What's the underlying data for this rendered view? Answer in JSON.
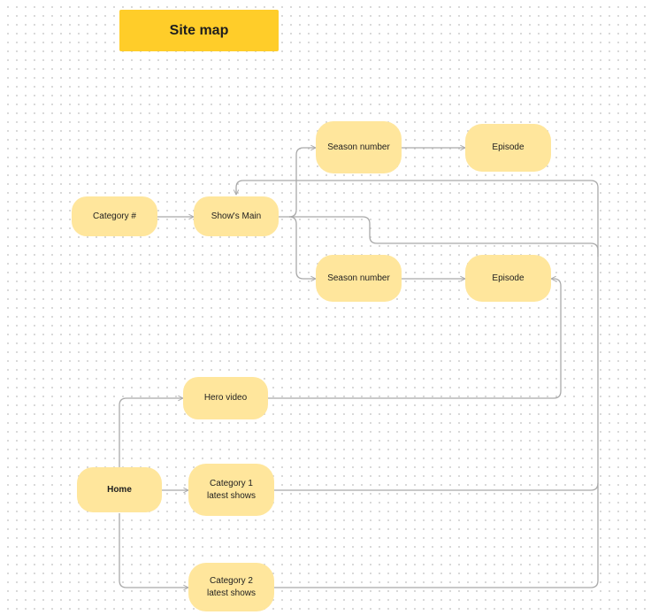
{
  "title": "Site map",
  "nodes": {
    "category_hash": "Category #",
    "shows_main": "Show's Main",
    "season_top": "Season number",
    "episode_top": "Episode",
    "season_bottom": "Season number",
    "episode_bottom": "Episode",
    "hero_video": "Hero video",
    "home": "Home",
    "category1": {
      "line1": "Category 1",
      "line2": "latest shows"
    },
    "category2": {
      "line1": "Category 2",
      "line2": "latest shows"
    }
  },
  "colors": {
    "title_fill": "#ffcd29",
    "node_fill": "#ffe69c",
    "connector": "#a9a9a9",
    "grid_dot": "#cfcfcf"
  }
}
